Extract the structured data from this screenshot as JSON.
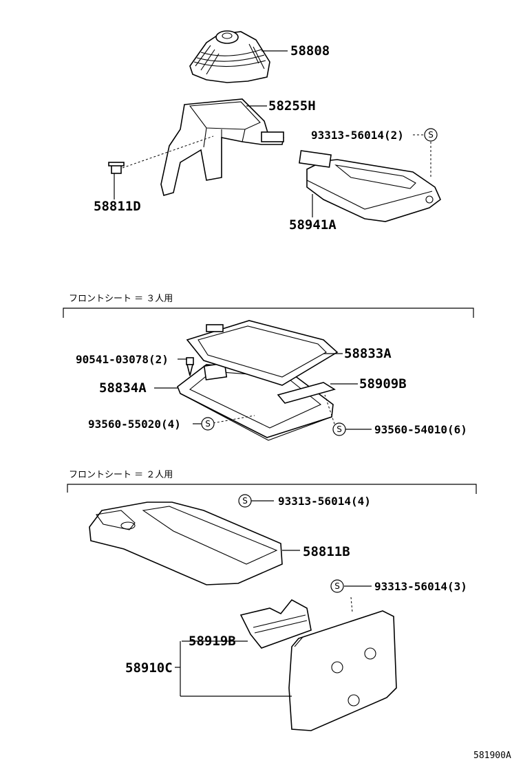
{
  "sections": {
    "three_seat_note": "フロントシート ＝ ３人用",
    "two_seat_note": "フロントシート ＝ ２人用"
  },
  "symbol_letter": "S",
  "parts": {
    "p58808": "58808",
    "p58255H": "58255H",
    "p93313_56014_2": "93313-56014(2)",
    "p58811D": "58811D",
    "p58941A": "58941A",
    "p58833A": "58833A",
    "p90541_03078_2": "90541-03078(2)",
    "p58834A": "58834A",
    "p58909B": "58909B",
    "p93560_55020_4": "93560-55020(4)",
    "p93560_54010_6": "93560-54010(6)",
    "p93313_56014_4": "93313-56014(4)",
    "p58811B": "58811B",
    "p93313_56014_3": "93313-56014(3)",
    "p58919B": "58919B",
    "p58910C": "58910C"
  },
  "drawing_ref": "581900A"
}
